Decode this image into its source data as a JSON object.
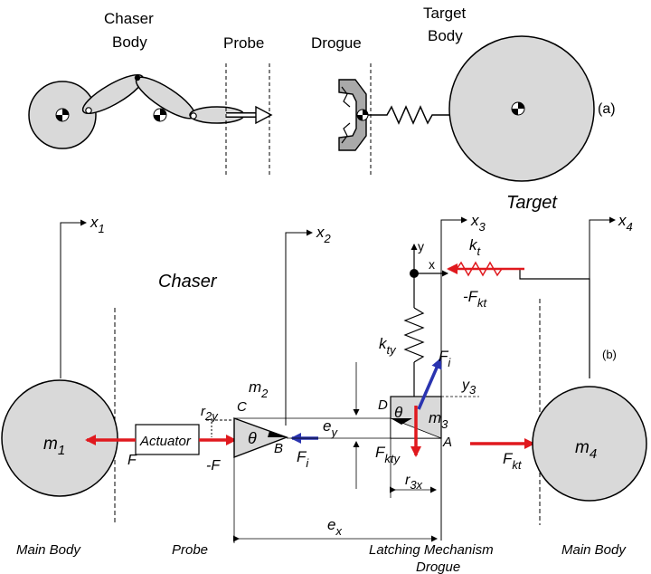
{
  "panel_a": {
    "chaser_line1": "Chaser",
    "chaser_line2": "Body",
    "probe": "Probe",
    "drogue": "Drogue",
    "target_line1": "Target",
    "target_line2": "Body",
    "tag": "(a)"
  },
  "panel_b": {
    "target_title": "Target",
    "chaser_title": "Chaser",
    "tag": "(b)",
    "x1": "x",
    "x1_sub": "1",
    "x2": "x",
    "x2_sub": "2",
    "x3": "x",
    "x3_sub": "3",
    "x4": "x",
    "x4_sub": "4",
    "m1": "m",
    "m1_sub": "1",
    "m2": "m",
    "m2_sub": "2",
    "m3": "m",
    "m3_sub": "3",
    "m4": "m",
    "m4_sub": "4",
    "actuator": "Actuator",
    "F": "F",
    "neg_F": "-F",
    "r2y": "r",
    "r2y_sub": "2y",
    "C": "C",
    "B": "B",
    "theta_probe": "θ",
    "theta_latch": "θ",
    "D": "D",
    "A": "A",
    "Fi_probe": "F",
    "Fi_probe_sub": "i",
    "Fi_latch": "F",
    "Fi_latch_sub": "i",
    "Fkty": "F",
    "Fkty_sub": "kty",
    "Fkt": "F",
    "Fkt_sub": "kt",
    "negFkt": "-F",
    "negFkt_sub": "kt",
    "kt": "k",
    "kt_sub": "t",
    "kty": "k",
    "kty_sub": "ty",
    "y3": "y",
    "y3_sub": "3",
    "ey": "e",
    "ey_sub": "y",
    "ex": "e",
    "ex_sub": "x",
    "r3x": "r",
    "r3x_sub": "3x",
    "axis_x": "x",
    "axis_y": "y",
    "bottom_main_body_left": "Main Body",
    "bottom_probe": "Probe",
    "bottom_latching": "Latching Mechanism",
    "bottom_drogue": "Drogue",
    "bottom_main_body_right": "Main Body"
  },
  "colors": {
    "body_fill": "#d9d9d9",
    "red_arrow": "#e0191e",
    "blue_arrow": "#2a34b0",
    "drogue_fill": "#a9a9a9"
  }
}
